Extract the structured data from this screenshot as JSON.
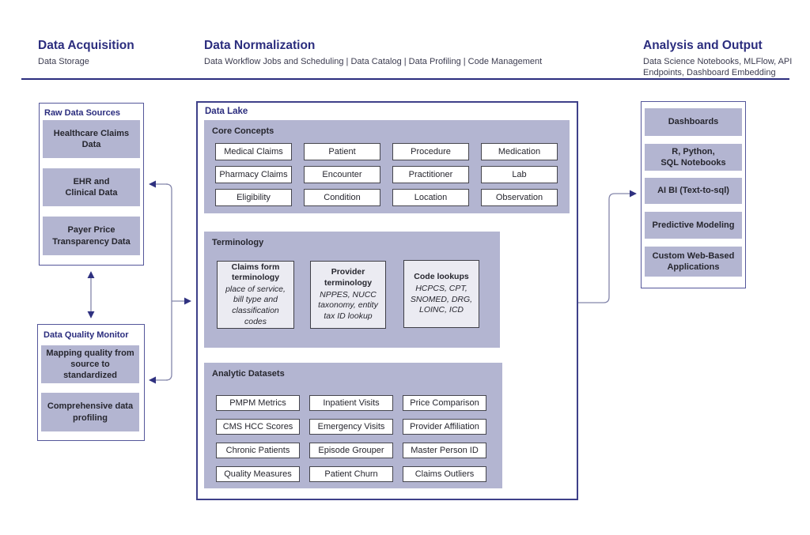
{
  "colors": {
    "accent_indigo": "#2b2d7e",
    "panel_lavender": "#b3b5d1",
    "card_light": "#ebebf2",
    "connector_line": "#8486ab",
    "arrowhead": "#2f3180"
  },
  "header": {
    "sections": [
      {
        "title": "Data Acquisition",
        "subtitle": "Data Storage"
      },
      {
        "title": "Data Normalization",
        "subtitle": "Data Workflow Jobs and Scheduling | Data Catalog | Data Profiling | Code Management"
      },
      {
        "title": "Analysis and Output",
        "subtitle": "Data Science Notebooks, MLFlow, API Endpoints, Dashboard Embedding"
      }
    ]
  },
  "raw_data_sources": {
    "title": "Raw Data Sources",
    "items": [
      "Healthcare Claims\nData",
      "EHR and\nClinical Data",
      "Payer Price\nTransparency Data"
    ]
  },
  "data_quality_monitor": {
    "title": "Data Quality Monitor",
    "items": [
      "Mapping quality from\nsource to standardized",
      "Comprehensive data\nprofiling"
    ]
  },
  "data_lake": {
    "title": "Data Lake",
    "core_concepts": {
      "title": "Core Concepts",
      "items": [
        "Medical Claims",
        "Patient",
        "Procedure",
        "Medication",
        "Pharmacy Claims",
        "Encounter",
        "Practitioner",
        "Lab",
        "Eligibility",
        "Condition",
        "Location",
        "Observation"
      ]
    },
    "terminology": {
      "title": "Terminology",
      "cards": [
        {
          "title": "Claims form terminology",
          "detail": "place of service, bill type and classification codes"
        },
        {
          "title": "Provider terminology",
          "detail": "NPPES, NUCC taxonomy, entity tax ID lookup"
        },
        {
          "title": "Code lookups",
          "detail": "HCPCS, CPT, SNOMED, DRG, LOINC, ICD"
        }
      ]
    },
    "analytic_datasets": {
      "title": "Analytic Datasets",
      "items": [
        "PMPM Metrics",
        "Inpatient Visits",
        "Price Comparison",
        "CMS HCC Scores",
        "Emergency Visits",
        "Provider Affiliation",
        "Chronic Patients",
        "Episode Grouper",
        "Master Person ID",
        "Quality Measures",
        "Patient Churn",
        "Claims Outliers"
      ]
    }
  },
  "analysis_output": {
    "items": [
      "Dashboards",
      "R, Python,\nSQL Notebooks",
      "AI BI (Text-to-sql)",
      "Predictive Modeling",
      "Custom Web-Based\nApplications"
    ]
  }
}
